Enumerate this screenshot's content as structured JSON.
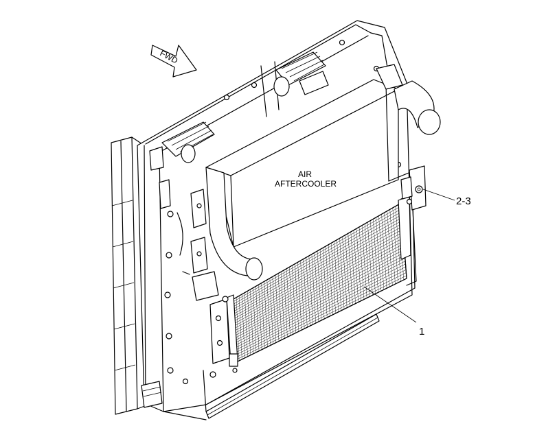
{
  "labels": {
    "fwd": "FWD",
    "component_line1": "AIR",
    "component_line2": "AFTERCOOLER",
    "callout_fasteners": "2-3",
    "callout_core": "1"
  },
  "colors": {
    "ink": "#000000",
    "paper": "#ffffff"
  }
}
